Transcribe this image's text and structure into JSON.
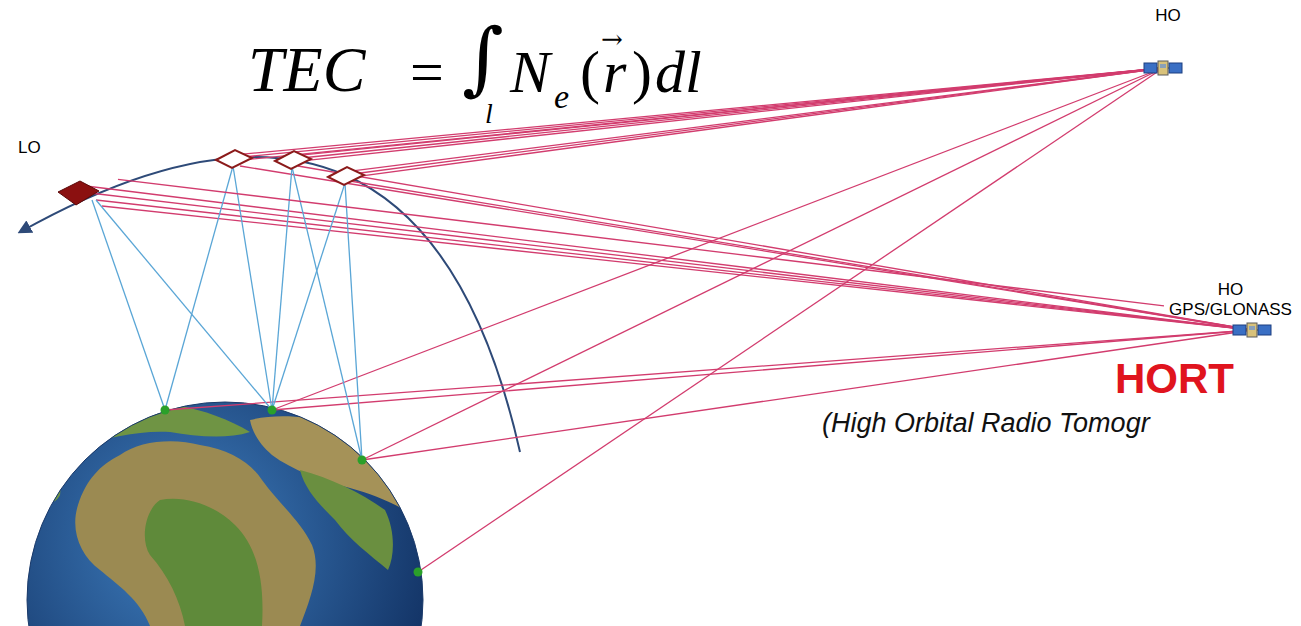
{
  "diagram": {
    "nodes": [
      {
        "text": [
          "LO"
        ]
      },
      {
        "text": [
          "HO"
        ]
      },
      {
        "text": [
          "HO",
          "GPS/GLONASS"
        ]
      }
    ],
    "edges": [
      {
        "from": 0,
        "to": 2,
        "arrow": "none"
      }
    ],
    "labels": [
      "TEC",
      "=",
      "∫",
      "l",
      "N",
      "e",
      "(",
      "r",
      "→",
      ")",
      "dl",
      "HORT",
      "(High Orbital Radio Tomogr"
    ]
  }
}
